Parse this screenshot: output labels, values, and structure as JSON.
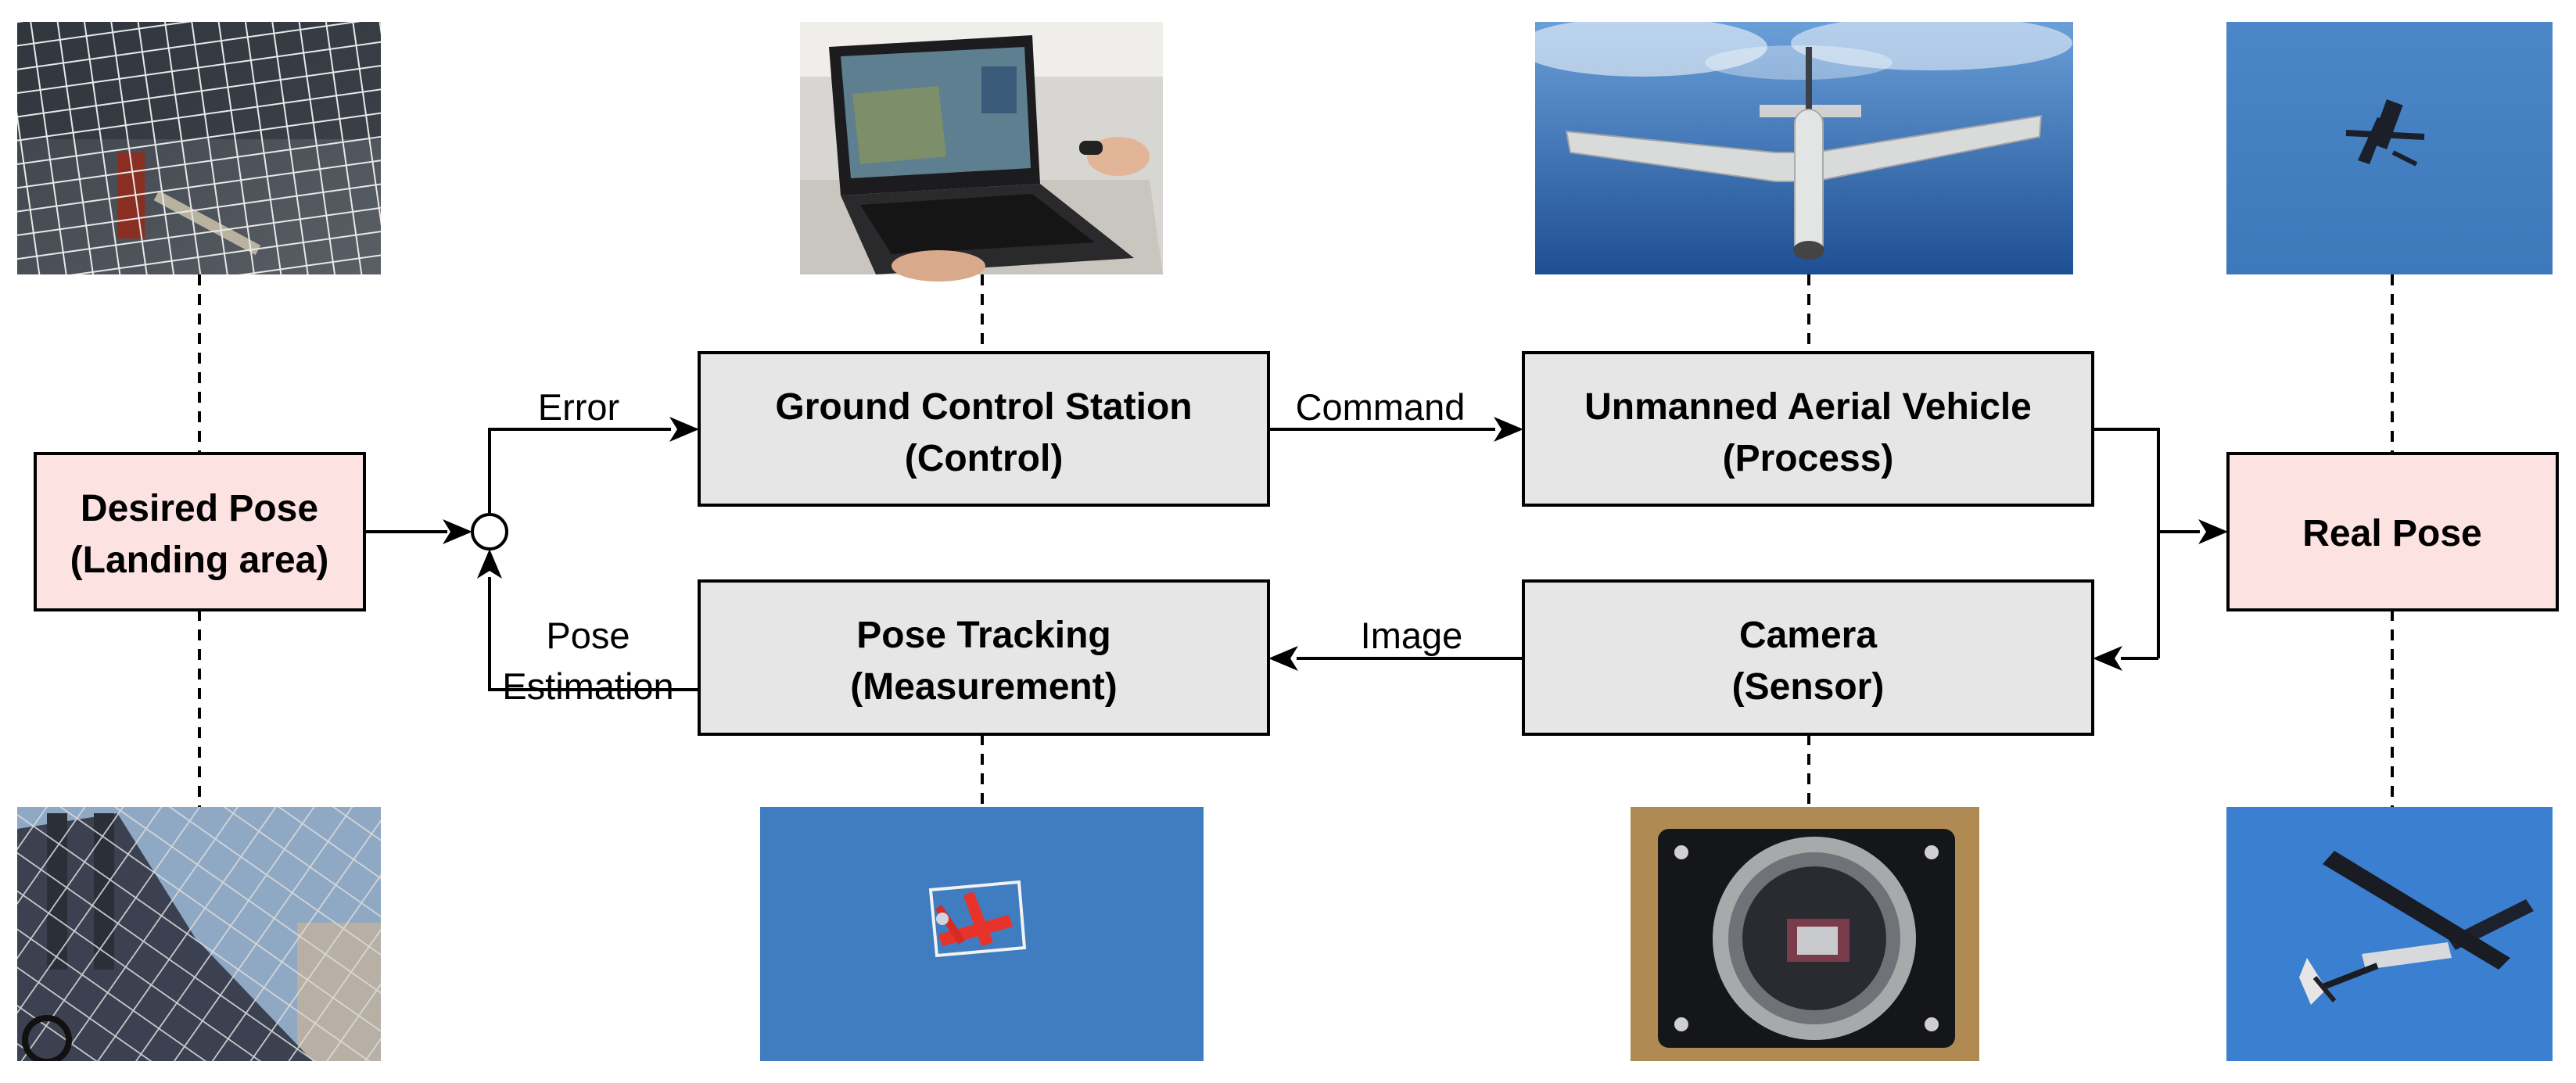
{
  "boxes": {
    "desired_pose": {
      "line1": "Desired Pose",
      "line2": "(Landing area)"
    },
    "ground_control": {
      "line1": "Ground Control Station",
      "line2": "(Control)"
    },
    "uav": {
      "line1": "Unmanned Aerial Vehicle",
      "line2": "(Process)"
    },
    "real_pose": {
      "line1": "Real Pose"
    },
    "pose_tracking": {
      "line1": "Pose Tracking",
      "line2": "(Measurement)"
    },
    "camera": {
      "line1": "Camera",
      "line2": "(Sensor)"
    }
  },
  "edges": {
    "error": "Error",
    "command": "Command",
    "image": "Image",
    "pose_estimation_1": "Pose",
    "pose_estimation_2": "Estimation"
  },
  "photos": {
    "top": [
      "landing-net-photo",
      "laptop-ground-station-photo",
      "simulated-uav-render",
      "uav-in-flight-photo"
    ],
    "bottom": [
      "ship-net-photo",
      "pose-tracking-overlay-photo",
      "camera-sensor-photo",
      "uav-closeup-photo"
    ]
  },
  "colors": {
    "pose_box_fill": "#fde2e2",
    "process_box_fill": "#e6e6e6",
    "sky_blue": "#3f7cc0"
  }
}
